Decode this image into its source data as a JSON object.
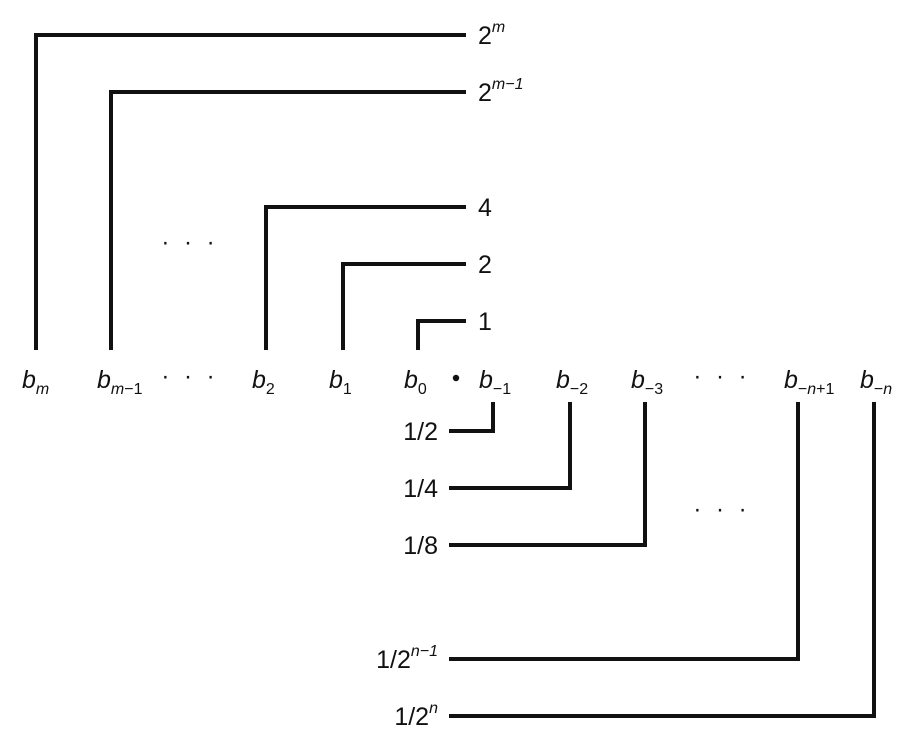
{
  "diagram": {
    "bits": [
      {
        "base": "b",
        "sub": "m",
        "sub_parts": [
          {
            "t": "m",
            "italic": true
          }
        ]
      },
      {
        "base": "b",
        "sub": "m−1",
        "sub_parts": [
          {
            "t": "m",
            "italic": true
          },
          {
            "t": "−1",
            "italic": false
          }
        ]
      },
      {
        "base": "b",
        "sub": "2",
        "sub_parts": [
          {
            "t": "2",
            "italic": false
          }
        ]
      },
      {
        "base": "b",
        "sub": "1",
        "sub_parts": [
          {
            "t": "1",
            "italic": false
          }
        ]
      },
      {
        "base": "b",
        "sub": "0",
        "sub_parts": [
          {
            "t": "0",
            "italic": false
          }
        ]
      },
      {
        "base": "b",
        "sub": "−1",
        "sub_parts": [
          {
            "t": "−1",
            "italic": false
          }
        ]
      },
      {
        "base": "b",
        "sub": "−2",
        "sub_parts": [
          {
            "t": "−2",
            "italic": false
          }
        ]
      },
      {
        "base": "b",
        "sub": "−3",
        "sub_parts": [
          {
            "t": "−3",
            "italic": false
          }
        ]
      },
      {
        "base": "b",
        "sub": "−n+1",
        "sub_parts": [
          {
            "t": "−",
            "italic": false
          },
          {
            "t": "n",
            "italic": true
          },
          {
            "t": "+1",
            "italic": false
          }
        ]
      },
      {
        "base": "b",
        "sub": "−n",
        "sub_parts": [
          {
            "t": "−",
            "italic": false
          },
          {
            "t": "n",
            "italic": true
          }
        ]
      }
    ],
    "upper_weights": [
      {
        "base": "2",
        "sup": "m"
      },
      {
        "base": "2",
        "sup": "m−1"
      },
      {
        "base": "4",
        "sup": ""
      },
      {
        "base": "2",
        "sup": ""
      },
      {
        "base": "1",
        "sup": ""
      }
    ],
    "lower_weights": [
      {
        "base": "1/2",
        "sup": ""
      },
      {
        "base": "1/4",
        "sup": ""
      },
      {
        "base": "1/8",
        "sup": ""
      },
      {
        "base": "1/2",
        "sup": "n−1"
      },
      {
        "base": "1/2",
        "sup": "n"
      }
    ],
    "ellipsis": "· · ·",
    "radix_point": "·"
  }
}
